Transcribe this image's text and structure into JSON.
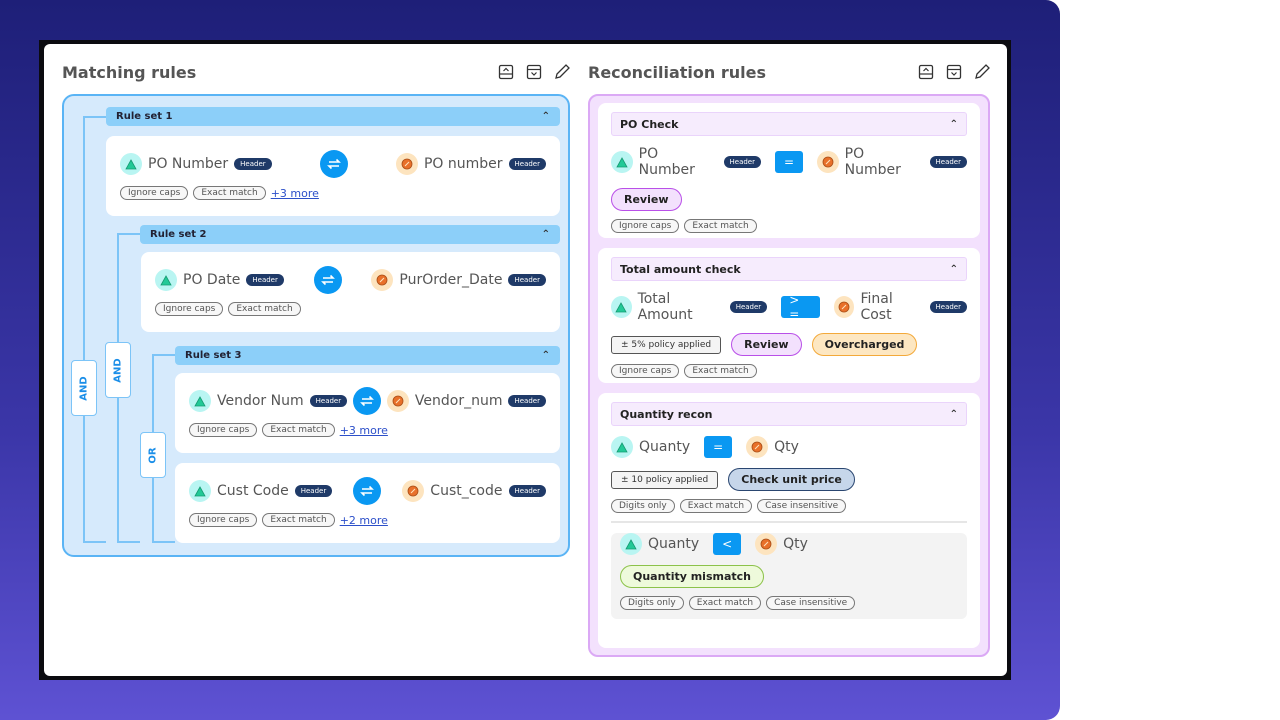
{
  "colors": {
    "accent": "#0a98f2",
    "matching_bg": "#d6eafc",
    "reconciliation_bg": "#f3e1fd",
    "header_badge": "#1f3a68"
  },
  "icons": {
    "collapse": "collapse-all-icon",
    "expand": "expand-all-icon",
    "edit": "pencil-icon",
    "swap": "swap-arrows-icon",
    "source": "triangle-icon",
    "target": "compass-icon"
  },
  "matching": {
    "title": "Matching rules",
    "operators": {
      "outer": "AND",
      "middle": "AND",
      "inner": "OR"
    },
    "rule_sets": [
      {
        "name": "Rule set 1",
        "rules": [
          {
            "source": "PO Number",
            "source_badge": "Header",
            "target": "PO number",
            "target_badge": "Header",
            "chips": [
              "Ignore caps",
              "Exact match"
            ],
            "more": "+3 more"
          }
        ]
      },
      {
        "name": "Rule set 2",
        "rules": [
          {
            "source": "PO Date",
            "source_badge": "Header",
            "target": "PurOrder_Date",
            "target_badge": "Header",
            "chips": [
              "Ignore caps",
              "Exact match"
            ]
          }
        ]
      },
      {
        "name": "Rule set 3",
        "rules": [
          {
            "source": "Vendor Num",
            "source_badge": "Header",
            "target": "Vendor_num",
            "target_badge": "Header",
            "chips": [
              "Ignore caps",
              "Exact match"
            ],
            "more": "+3 more"
          },
          {
            "source": "Cust Code",
            "source_badge": "Header",
            "target": "Cust_code",
            "target_badge": "Header",
            "chips": [
              "Ignore caps",
              "Exact match"
            ],
            "more": "+2 more"
          }
        ]
      }
    ]
  },
  "reconciliation": {
    "title": "Reconciliation rules",
    "sections": [
      {
        "name": "PO Check",
        "source": "PO Number",
        "source_badge": "Header",
        "operator": "=",
        "target": "PO Number",
        "target_badge": "Header",
        "outcomes": [
          "Review"
        ],
        "chips": [
          "Ignore caps",
          "Exact match"
        ]
      },
      {
        "name": "Total amount check",
        "source": "Total Amount",
        "source_badge": "Header",
        "operator": "> =",
        "target": "Final Cost",
        "target_badge": "Header",
        "policy": "± 5% policy applied",
        "outcomes": [
          "Review",
          "Overcharged"
        ],
        "chips": [
          "Ignore caps",
          "Exact match"
        ]
      },
      {
        "name": "Quantity recon",
        "source": "Quanty",
        "operator": "=",
        "target": "Qty",
        "policy": "± 10 policy applied",
        "outcomes": [
          "Check unit price"
        ],
        "chips": [
          "Digits only",
          "Exact match",
          "Case insensitive"
        ],
        "sub": {
          "source": "Quanty",
          "operator": "<",
          "target": "Qty",
          "outcomes": [
            "Quantity mismatch"
          ],
          "chips": [
            "Digits only",
            "Exact match",
            "Case insensitive"
          ]
        }
      }
    ]
  }
}
